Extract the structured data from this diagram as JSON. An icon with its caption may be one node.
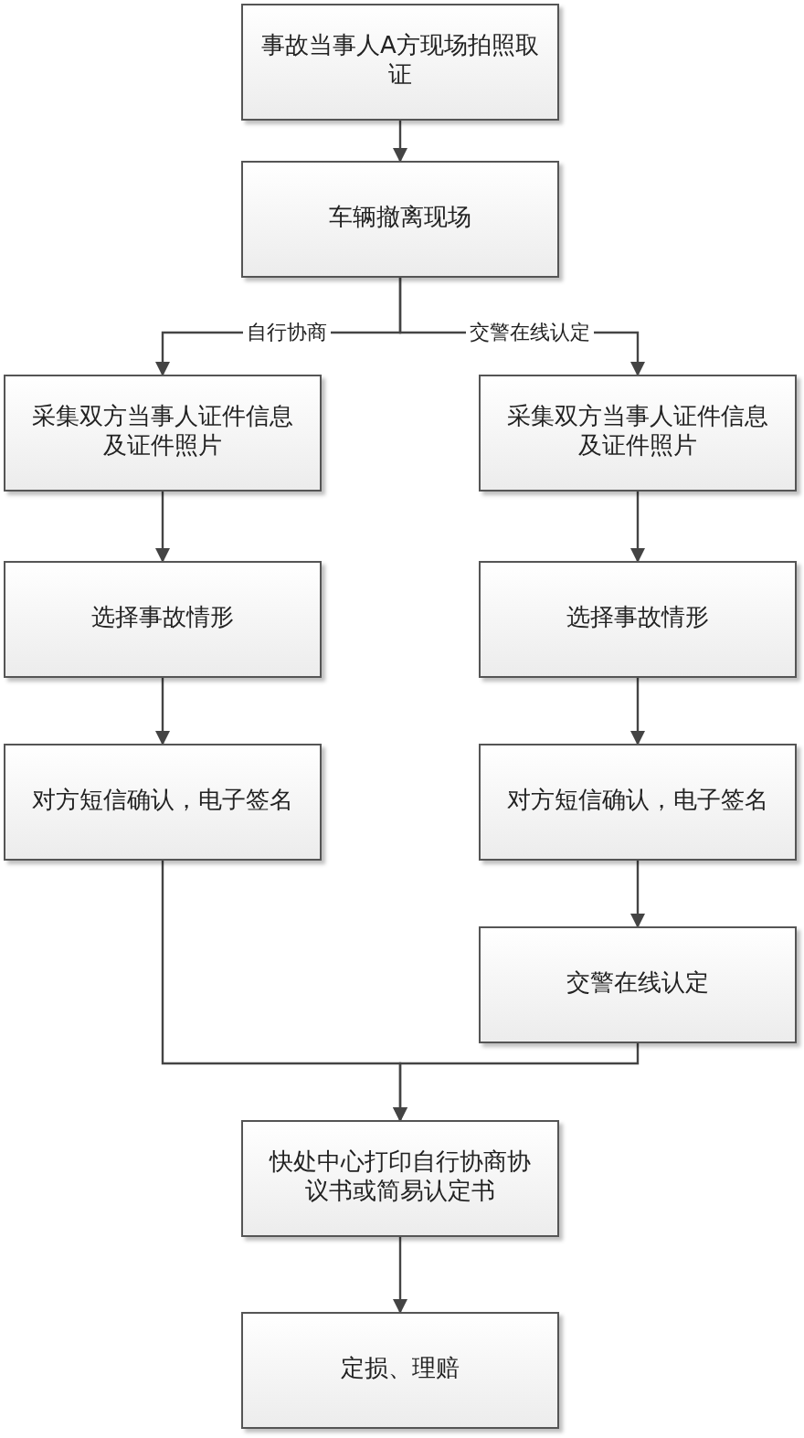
{
  "diagram": {
    "nodes": [
      {
        "text": [
          "事故当事人A方现场拍照取证"
        ]
      },
      {
        "text": [
          "车辆撤离现场"
        ]
      },
      {
        "text": [
          "采集双方当事人证件信息及证件照片"
        ]
      },
      {
        "text": [
          "采集双方当事人证件信息及证件照片"
        ]
      },
      {
        "text": [
          "选择事故情形"
        ]
      },
      {
        "text": [
          "选择事故情形"
        ]
      },
      {
        "text": [
          "对方短信确认，电子签名"
        ]
      },
      {
        "text": [
          "对方短信确认，电子签名"
        ]
      },
      {
        "text": [
          "交警在线认定"
        ]
      },
      {
        "text": [
          "快处中心打印自行协商协议书或简易认定书"
        ]
      },
      {
        "text": [
          "定损、理赔"
        ]
      }
    ],
    "edges": [
      {
        "from": 0,
        "to": 1,
        "arrow": "to"
      },
      {
        "from": 1,
        "to": 2,
        "arrow": "to",
        "label": "自行协商"
      },
      {
        "from": 1,
        "to": 3,
        "arrow": "to",
        "label": "交警在线认定"
      },
      {
        "from": 2,
        "to": 4,
        "arrow": "to"
      },
      {
        "from": 3,
        "to": 5,
        "arrow": "to"
      },
      {
        "from": 4,
        "to": 6,
        "arrow": "to"
      },
      {
        "from": 5,
        "to": 7,
        "arrow": "to"
      },
      {
        "from": 7,
        "to": 8,
        "arrow": "to"
      },
      {
        "from": 6,
        "to": 9,
        "arrow": "to"
      },
      {
        "from": 8,
        "to": 9,
        "arrow": "to"
      },
      {
        "from": 9,
        "to": 10,
        "arrow": "to"
      }
    ]
  }
}
